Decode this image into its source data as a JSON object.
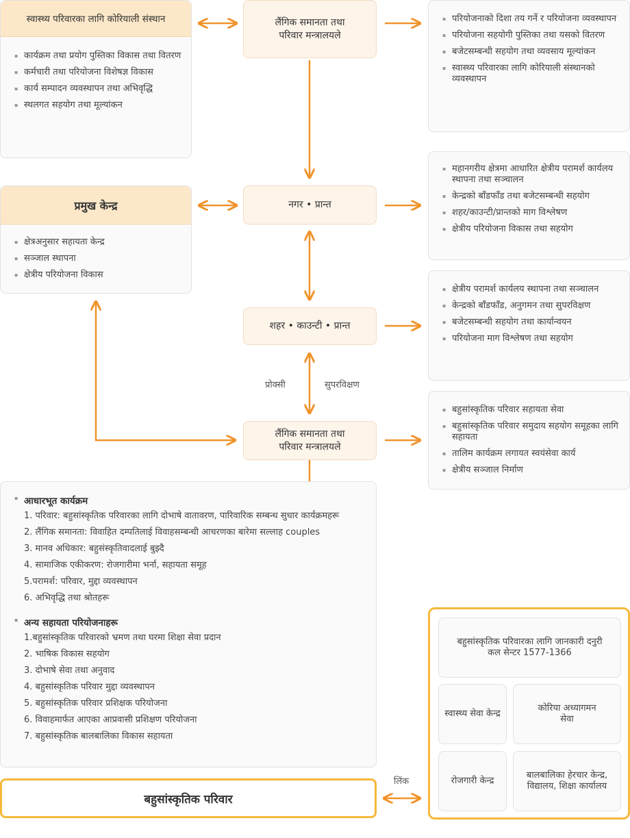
{
  "top_left_panel": {
    "title": "स्वास्थ्य परिवारका लागि कोरियाली संस्थान",
    "items": [
      "कार्यक्रम तथा प्रयोग पुस्तिका विकास तथा वितरण",
      "कर्मचारी तथा परियोजना विशेषज्ञ विकास",
      "कार्य सम्पादन व्यवस्थापन तथा अभिवृद्धि",
      "स्थलगत सहयोग तथा मूल्यांकन"
    ]
  },
  "main_center_panel": {
    "title": "प्रमुख केन्द्र",
    "items": [
      "क्षेत्रअनुसार सहायता केन्द्र",
      "सञ्जाल स्थापना",
      "क्षेत्रीय परियोजना विकास"
    ]
  },
  "nodes": {
    "ministry_top": "लैंगिक समानता तथा परिवार मन्त्रालयले",
    "metro": "नगर • प्रान्त",
    "city": "शहर • काउन्टी • प्रान्त",
    "ministry_bottom": "लैंगिक समानता तथा परिवार मन्त्रालयले"
  },
  "right_panels": {
    "p1": [
      "परियोजनाको दिशा तय गर्ने र परियोजना व्यवस्थापन",
      "परियोजना सहयोगी पुस्तिका तथा यसको वितरण",
      "बजेटसम्बन्धी सहयोग तथा व्यवसाय मूल्यांकन",
      "स्वास्थ्य परिवारका लागि कोरियाली संस्थानको व्यवस्थापन"
    ],
    "p2": [
      "महानगरीय क्षेत्रमा आधारित क्षेत्रीय परामर्श कार्यलय स्थापना तथा सञ्चालन",
      "केन्द्रको बाँडफाँड तथा बजेटसम्बन्धी सहयोग",
      "शहर/काउन्टी/प्रान्तको माग विश्लेषण",
      "क्षेत्रीय परियोजना विकास तथा सहयोग"
    ],
    "p3": [
      "क्षेत्रीय परामर्श कार्यलय स्थापना तथा सञ्चालन",
      "केन्द्रको बाँडफाँड, अनुगमन तथा सुपरविक्षण",
      "बजेटसम्बन्धी सहयोग तथा कार्यान्वयन",
      "परियोजना माग विश्लेषण तथा सहयोग"
    ],
    "p4": [
      "बहुसांस्कृतिक परिवार सहायता सेवा",
      "बहुसांस्कृतिक परिवार समुदाय सहयोग समूहका लागि सहायता",
      "तालिम कार्यक्रम लगायत स्वयंसेवा कार्य",
      "क्षेत्रीय सञ्जाल निर्माण"
    ]
  },
  "edge_labels": {
    "proxy": "प्रोक्सी",
    "supervision": "सुपरविक्षण",
    "link": "लिंक"
  },
  "programs": {
    "basic_title": "आधारभूत कार्यक्रम",
    "basic_items": [
      "1. परिवार: बहुसांस्कृतिक परिवारका लागि दोभाषे वातावरण, पारिवारिक सम्बन्ध सुधार कार्यक्रमहरू",
      "2. लैंगिक समानता: विवाहित दम्पतिलाई विवाहसम्बन्धी आचरणका बारेमा सल्लाह couples",
      "3. मानव अधिकार: बहुसंस्कृतिवादलाई बुझ्दै",
      "4. सामाजिक एकीकरण: रोजगारीमा भर्ना, सहायता समूह",
      "5.परामर्श: परिवार, मुद्दा व्यवस्थापन",
      "6. अभिवृद्धि तथा श्रोतहरू"
    ],
    "other_title": "अन्य सहायता परियोजनाहरू",
    "other_items": [
      "1.बहुसांस्कृतिक परिवारको भ्रमण तथा घरमा शिक्षा सेवा प्रदान",
      "2. भाषिक विकास सहयोग",
      "3. दोभाषे सेवा तथा अनुवाद",
      "4. बहुसांस्कृतिक परिवार मुद्दा व्यवस्थापन",
      "5. बहुसांस्कृतिक परिवार प्रशिक्षक परियोजना",
      "6. विवाहमार्फत आएका आप्रवासी प्रशिक्षण परियोजना",
      "7. बहुसांस्कृतिक बालबालिका विकास सहायता"
    ]
  },
  "family_box": "बहुसांस्कृतिक परिवार",
  "services": {
    "call_center": "बहुसांस्कृतिक परिवारका लागि जानकारी दनुरी कल सेन्टर 1577-1366",
    "health": "स्वास्थ्य सेवा केन्द्र",
    "korea_study": "कोरिया अध्यागमन सेवा",
    "employment": "रोजगारी केन्द्र",
    "childcare": "बालबालिका हेरचार केन्द्र, विद्यालय, शिक्षा कार्यालय"
  }
}
